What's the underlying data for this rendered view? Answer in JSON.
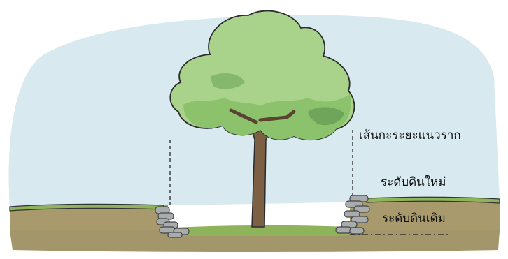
{
  "labels": {
    "root_spread_line": "เส้นกะระยะแนวราก",
    "new_soil_level": "ระดับดินใหม่",
    "original_soil_level": "ระดับดินเดิม"
  },
  "colors": {
    "sky": "#d8e9f0",
    "foliage_light": "#a9d38a",
    "foliage_mid": "#8cc26c",
    "foliage_dark": "#6ea55a",
    "trunk": "#7d6044",
    "soil": "#a89a6d",
    "grass": "#8fb35a",
    "stone": "#a8acad"
  }
}
